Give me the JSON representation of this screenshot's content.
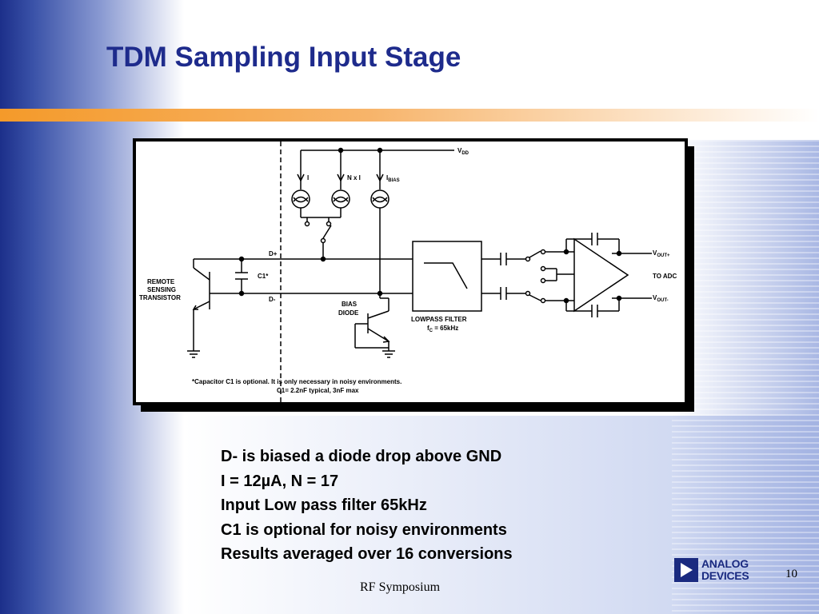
{
  "slide": {
    "title": "TDM Sampling Input Stage",
    "bullets": [
      "D- is biased a diode drop above GND",
      "I = 12µA, N = 17",
      "Input Low pass filter 65kHz",
      "C1 is optional for noisy environments",
      "Results averaged over 16 conversions"
    ],
    "footer": "RF Symposium",
    "page_number": "10",
    "logo": {
      "line1": "ANALOG",
      "line2": "DEVICES",
      "icon": "analog-devices-triangle-icon"
    }
  },
  "diagram": {
    "vdd": "V",
    "vdd_sub": "DD",
    "source_i": "I",
    "source_nxi": "N x I",
    "source_bias": "I",
    "source_bias_sub": "BIAS",
    "d_plus": "D+",
    "d_minus": "D-",
    "c1": "C1*",
    "remote1": "REMOTE",
    "remote2": "SENSING",
    "remote3": "TRANSISTOR",
    "bias1": "BIAS",
    "bias2": "DIODE",
    "lpf": "LOWPASS FILTER",
    "fc": "f",
    "fc_sub": "C",
    "fc_val": " = 65kHz",
    "vout_plus": "V",
    "vout_plus_sub": "OUT+",
    "to_adc": "TO ADC",
    "vout_minus": "V",
    "vout_minus_sub": "OUT-",
    "note1": "*Capacitor C1 is optional. It is only necessary in noisy environments.",
    "note2": "C1= 2.2nF typical, 3nF max"
  },
  "colors": {
    "title": "#1e2b8c",
    "band": "#1c2f8a",
    "orange": "#f49a2a"
  }
}
